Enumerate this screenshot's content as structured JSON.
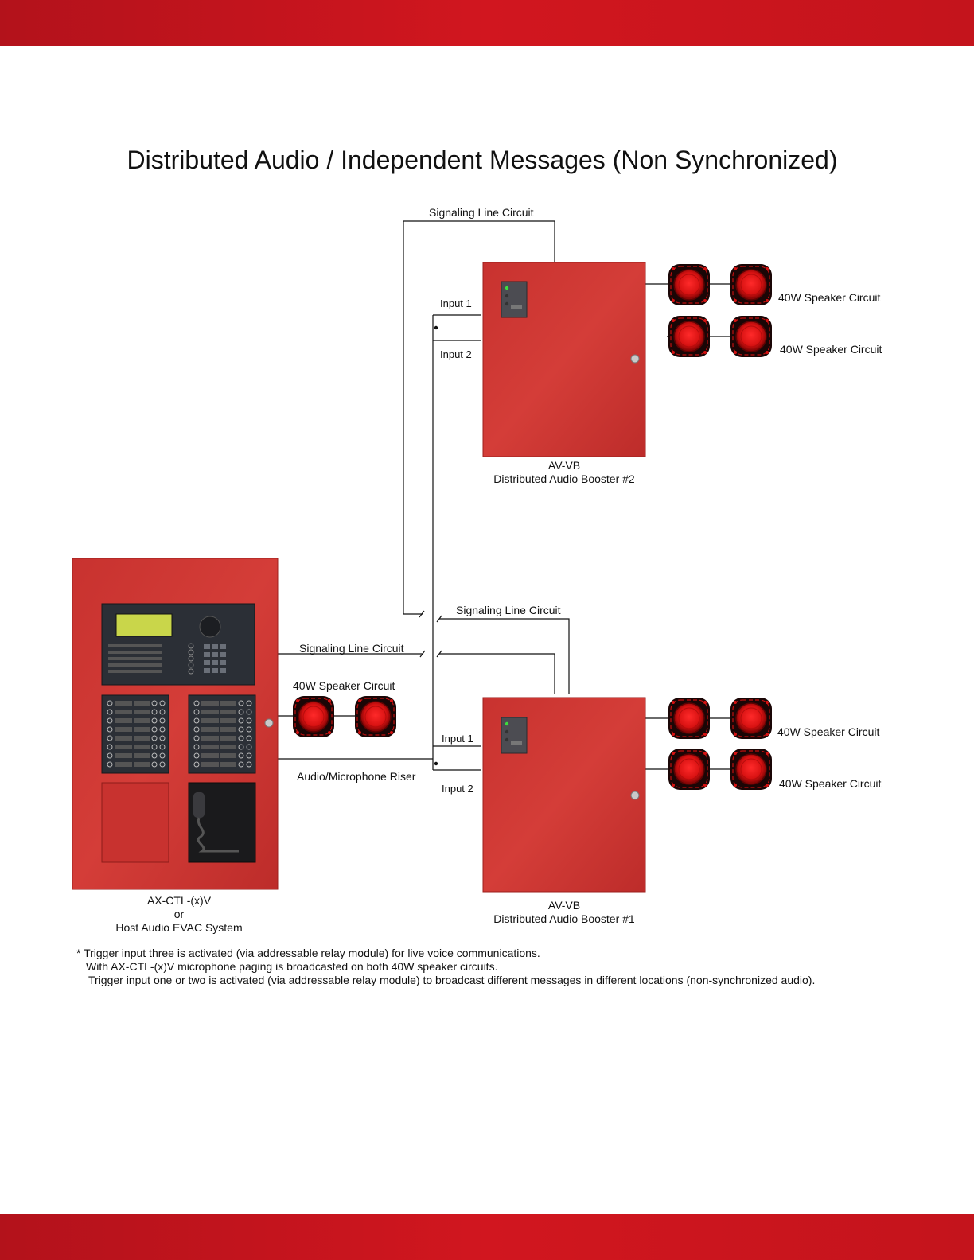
{
  "title": "Distributed Audio / Independent Messages (Non Synchronized)",
  "labels": {
    "slc_top": "Signaling Line Circuit",
    "slc_mid": "Signaling Line Circuit",
    "slc_host": "Signaling Line Circuit",
    "host_speaker": "40W Speaker Circuit",
    "riser": "Audio/Microphone Riser",
    "b2_input1": "Input 1",
    "b2_input2": "Input 2",
    "b1_input1": "Input 1",
    "b1_input2": "Input 2",
    "b2_speaker1": "40W Speaker Circuit",
    "b2_speaker2": "40W Speaker Circuit",
    "b1_speaker1": "40W Speaker Circuit",
    "b1_speaker2": "40W Speaker Circuit"
  },
  "booster2": {
    "model": "AV-VB",
    "name": "Distributed Audio Booster #2"
  },
  "booster1": {
    "model": "AV-VB",
    "name": "Distributed Audio Booster #1"
  },
  "host": {
    "model": "AX-CTL-(x)V",
    "or": "or",
    "name": "Host Audio EVAC System"
  },
  "notes": [
    "*  Trigger input three is activated (via addressable relay module) for live voice communications.",
    "With AX-CTL-(x)V microphone paging is broadcasted on both 40W speaker circuits.",
    "Trigger input one or two is activated (via addressable relay module) to broadcast different messages in different locations (non-synchronized audio)."
  ],
  "colors": {
    "band": "#c4141c",
    "cabinet": "#cf3a36",
    "speaker_red": "#e01818",
    "speaker_dark": "#1a0606",
    "line": "#111111"
  },
  "icons": [
    "speaker-icon",
    "cabinet-lock-icon",
    "microphone-icon"
  ]
}
